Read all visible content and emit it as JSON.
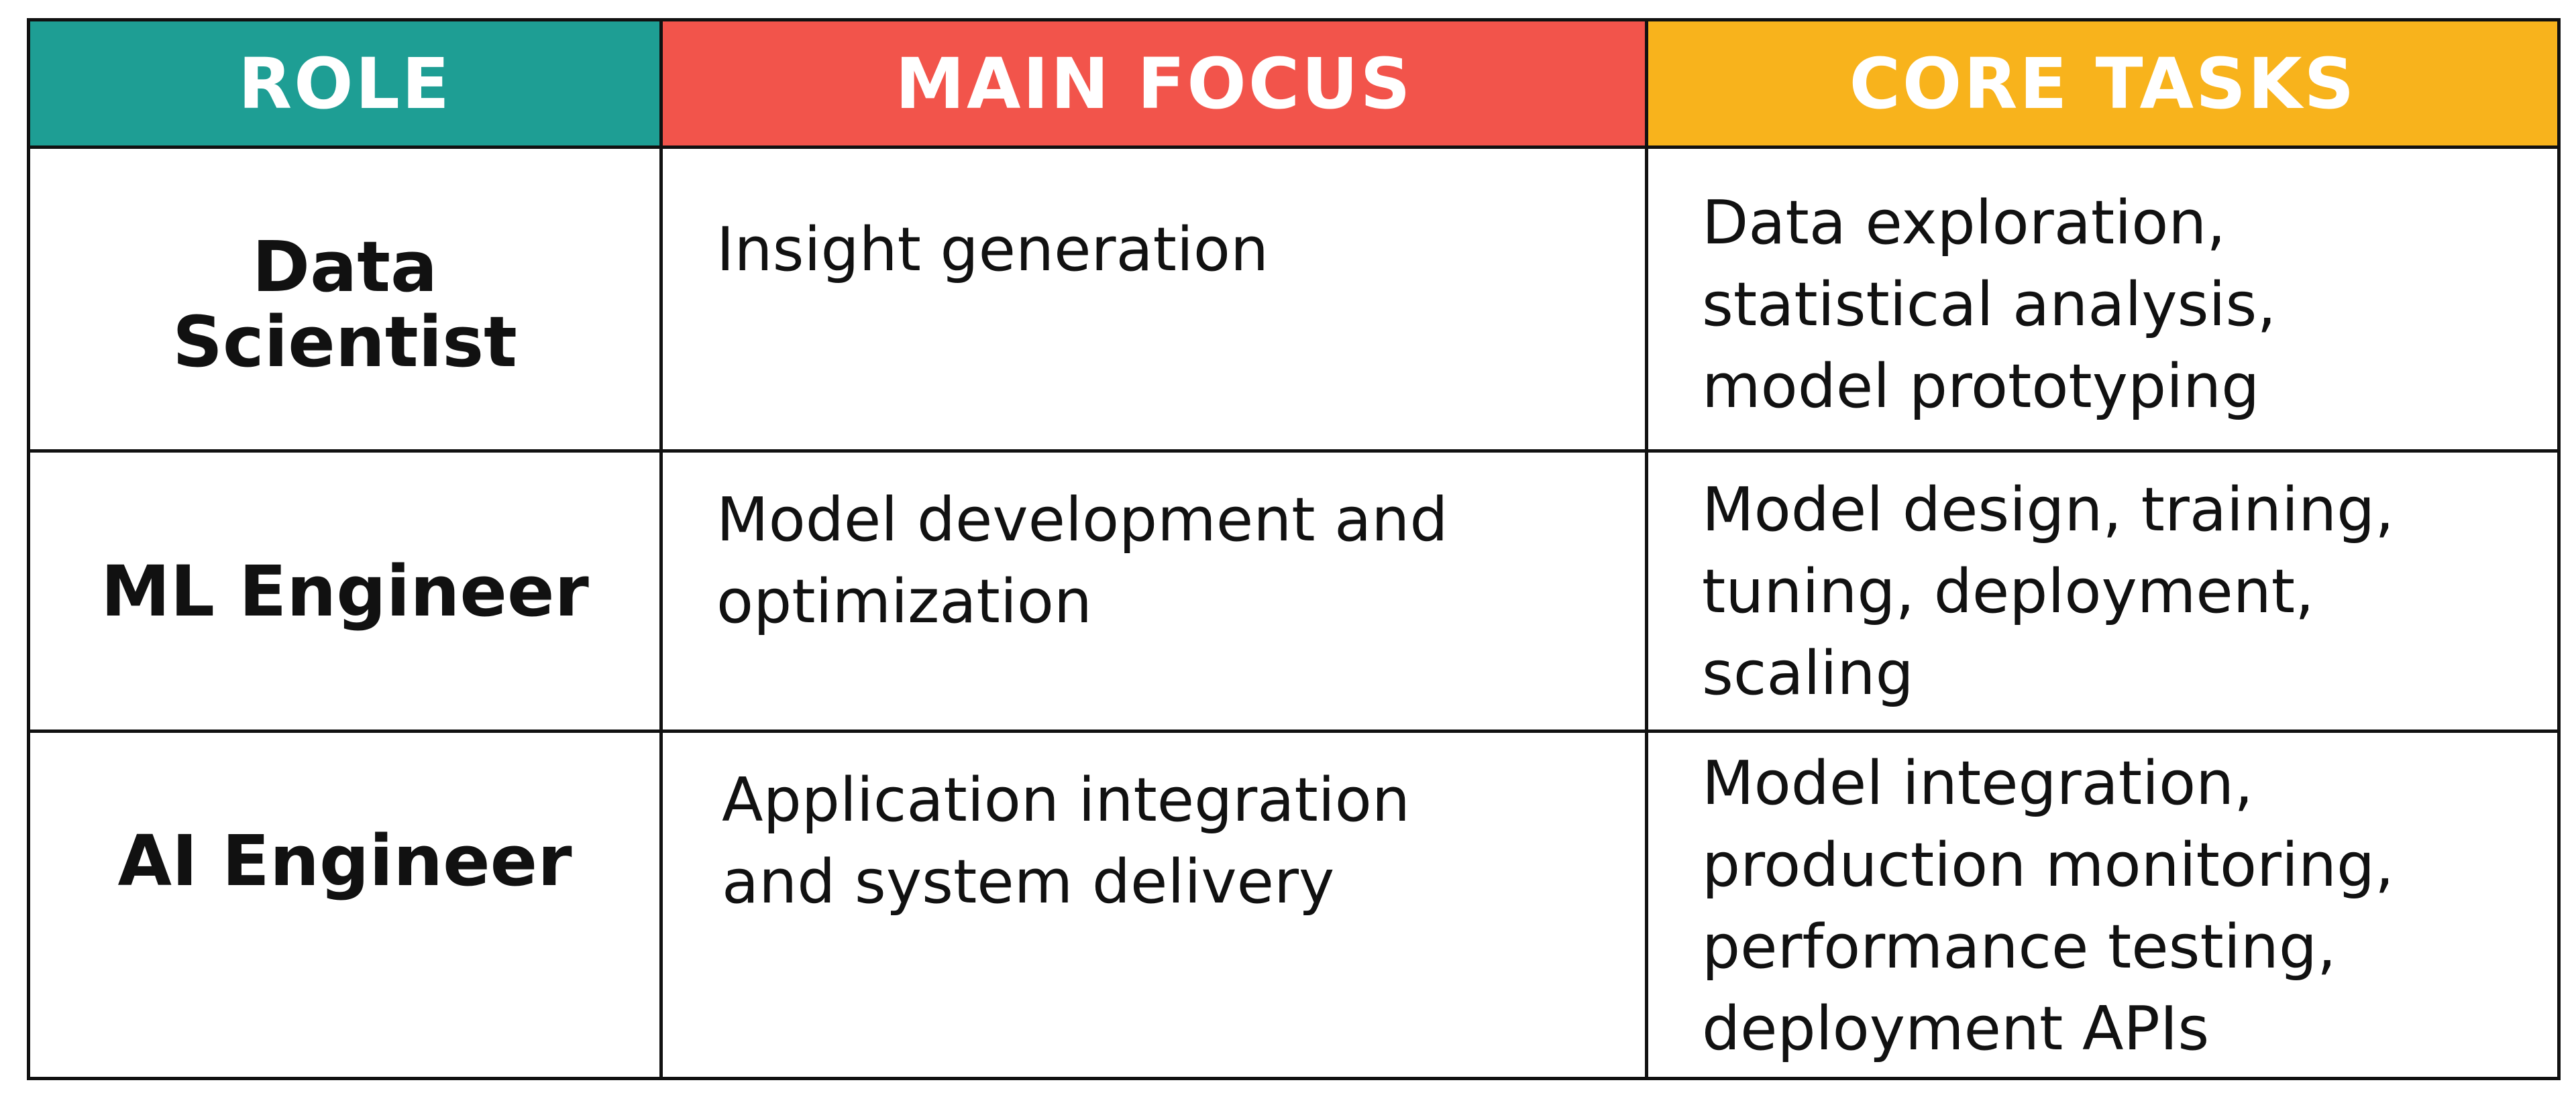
{
  "colors": {
    "role_header_bg": "#1e9e94",
    "focus_header_bg": "#f2544b",
    "tasks_header_bg": "#f8b31c",
    "header_text": "#ffffff",
    "grid_lines": "#111111"
  },
  "headers": {
    "role": "ROLE",
    "main_focus": "MAIN FOCUS",
    "core_tasks": "CORE TASKS"
  },
  "rows": [
    {
      "role": "Data\nScientist",
      "main_focus": "Insight generation",
      "core_tasks": "Data exploration,\nstatistical analysis,\nmodel prototyping"
    },
    {
      "role": "ML Engineer",
      "main_focus": "Model development and\noptimization",
      "core_tasks": "Model design, training,\ntuning, deployment,\nscaling"
    },
    {
      "role": "AI Engineer",
      "main_focus": "Application integration\nand system delivery",
      "core_tasks": "Model integration,\nproduction monitoring,\nperformance testing,\ndeployment APIs"
    }
  ]
}
